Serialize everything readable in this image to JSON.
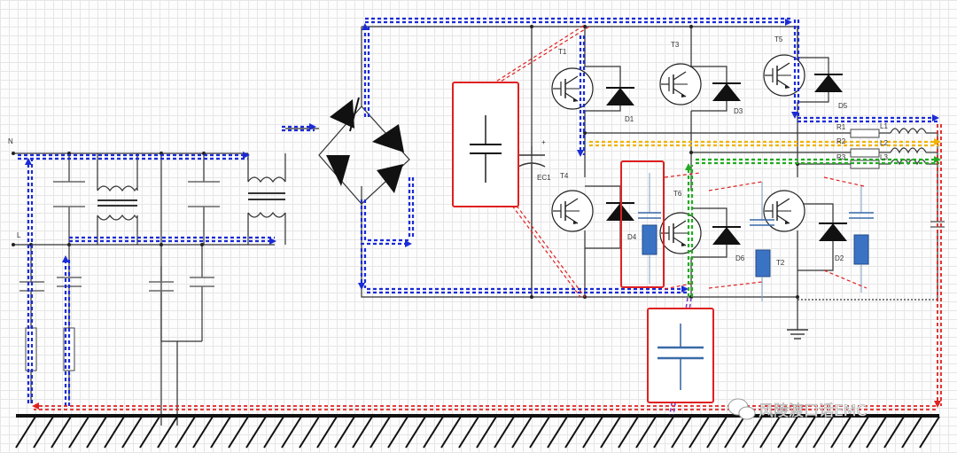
{
  "labels": {
    "line_n": "N",
    "line_l": "L",
    "cap_ec1": "EC1",
    "cap_plus": "+",
    "sw_t1": "T1",
    "sw_t3": "T3",
    "sw_t5": "T5",
    "sw_t4": "T4",
    "sw_t6": "T6",
    "sw_t2": "T2",
    "diode_d1": "D1",
    "diode_d3": "D3",
    "diode_d5": "D5",
    "diode_d4": "D4",
    "diode_d6": "D6",
    "diode_d2": "D2",
    "res_r1": "R1",
    "res_r2": "R2",
    "res_r3": "R3",
    "ind_l1": "L1",
    "ind_l2": "L2",
    "ind_l3": "L3"
  },
  "watermark": {
    "text": "风陵渡口话EMC",
    "icon": "wechat-icon"
  },
  "colors": {
    "wire": "#333333",
    "ground_hatch": "#111111",
    "path_blue": "#1a2bd6",
    "path_red": "#e02020",
    "path_yellow": "#f0b400",
    "path_green": "#22aa22",
    "path_purple": "#8040c0",
    "highlight_box": "#e02020",
    "cap_blue": "#3a6aa8",
    "component_blue": "#3b73c4"
  }
}
